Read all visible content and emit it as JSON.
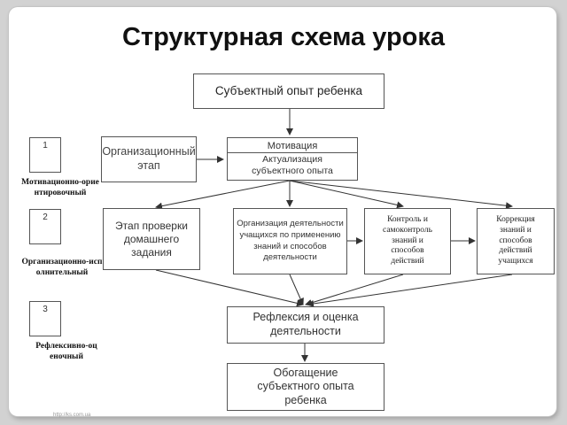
{
  "title": "Структурная схема урока",
  "nodes": {
    "subject_experience": "Субъектный опыт ребенка",
    "organization_stage": "Организационный этап",
    "motivation": "Мотивация",
    "actualization": "Актуализация субъектного опыта",
    "homework_check": "Этап проверки домашнего задания",
    "organization_activity": "Организация деятельности учащихся по применению знаний и способов деятельности",
    "control": "Контроль и самоконтроль знаний и способов действий",
    "correction": "Коррекция знаний и способов действий учащихся",
    "reflection": "Рефлексия и оценка деятельности",
    "enrichment": "Обогащение субъектного опыта ребенка"
  },
  "phases": [
    {
      "number": "1",
      "label": "Мотивационно-ориентировочный"
    },
    {
      "number": "2",
      "label": "Организационно-исполнительный"
    },
    {
      "number": "3",
      "label": "Рефлексивно-оценочный"
    }
  ],
  "watermark": "http://ks.com.ua"
}
